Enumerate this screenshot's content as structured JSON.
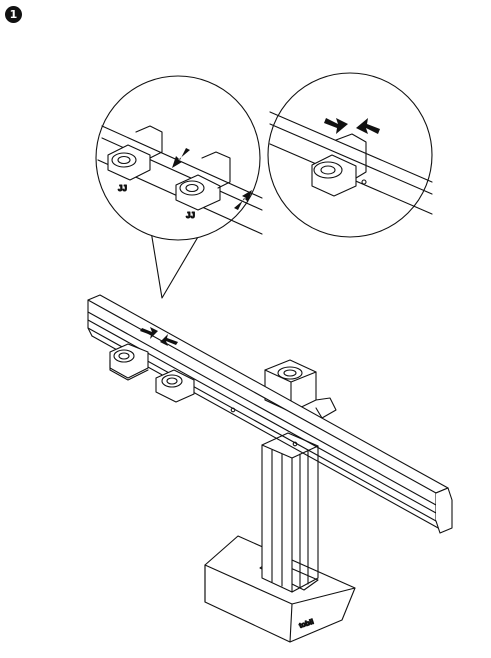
{
  "step": {
    "number": "1"
  },
  "callouts": {
    "left_label_1": "JJ",
    "left_label_2": "JJ"
  },
  "brand_mark": {
    "text": "tobii"
  },
  "icons": [
    "arrow-icon",
    "circle-callout-icon"
  ]
}
